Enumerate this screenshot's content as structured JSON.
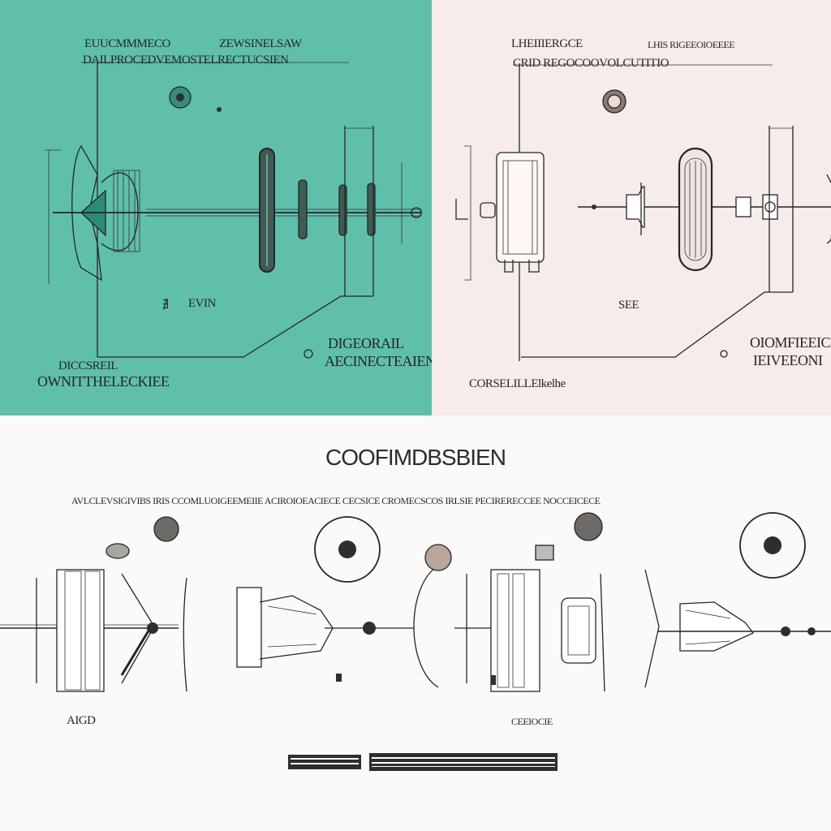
{
  "teal_panel": {
    "heading_line_1": "EUUCMMMECO",
    "heading_line_1b": "ZEWSINELSAW",
    "heading_line_2": "DAILPROCEDVEMOSTELRECTUCSIEN",
    "mid_label": "EVIN",
    "mid_mark": "∄",
    "bottom_left_1": "DICCSREIL",
    "bottom_left_2": "OWNITTHELECKIEE",
    "bottom_right_1": "DIGEORAIL",
    "bottom_right_2": "AECINECTEAIENMIEK"
  },
  "pink_panel": {
    "heading_line_1": "LHEIIIERGCE",
    "heading_line_1b": "LHIS RIGEEOIOEEEE",
    "heading_line_2": "CRID REGOCOOVOLCUTITIO",
    "mid_label": "SEE",
    "bottom_left_1": "CORSELILLElkelhe",
    "bottom_right_1": "OIOMFIEEICE",
    "bottom_right_2": "IEIVEEONI"
  },
  "white_panel": {
    "title": "COOFIMDBSBIEN",
    "subtitle": "AVLCLEVSIGIVIBS  IRIS  CCOMLUOIGEEMEIIE  ACIROIOEACIECE  CECSICE  CROMECSCOS IRLSIE  PECIRERECCEE  NOCCEICECE",
    "label_left": "AIGD",
    "label_center": "CEEIOCIE"
  },
  "colors": {
    "teal": "#5fbfaa",
    "pink": "#f6ecea",
    "ink": "#252525"
  }
}
